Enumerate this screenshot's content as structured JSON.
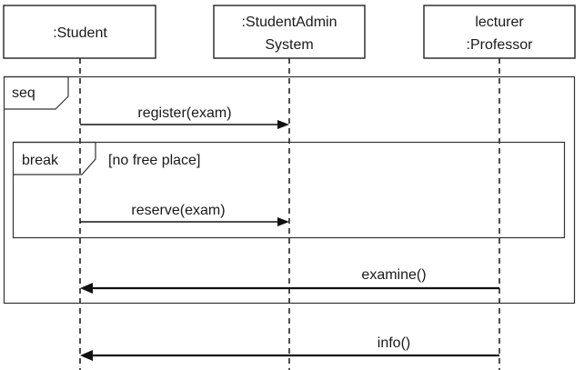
{
  "lifelines": [
    {
      "id": "student",
      "lines": [
        ":Student"
      ]
    },
    {
      "id": "system",
      "lines": [
        ":StudentAdmin",
        "System"
      ]
    },
    {
      "id": "professor",
      "lines": [
        "lecturer",
        ":Professor"
      ]
    }
  ],
  "fragments": {
    "seq": {
      "operator": "seq"
    },
    "break": {
      "operator": "break",
      "guard": "[no free place]"
    }
  },
  "messages": [
    {
      "label": "register(exam)",
      "from": "student",
      "to": "system"
    },
    {
      "label": "reserve(exam)",
      "from": "student",
      "to": "system"
    },
    {
      "label": "examine()",
      "from": "professor",
      "to": "student"
    },
    {
      "label": "info()",
      "from": "professor",
      "to": "student"
    }
  ]
}
